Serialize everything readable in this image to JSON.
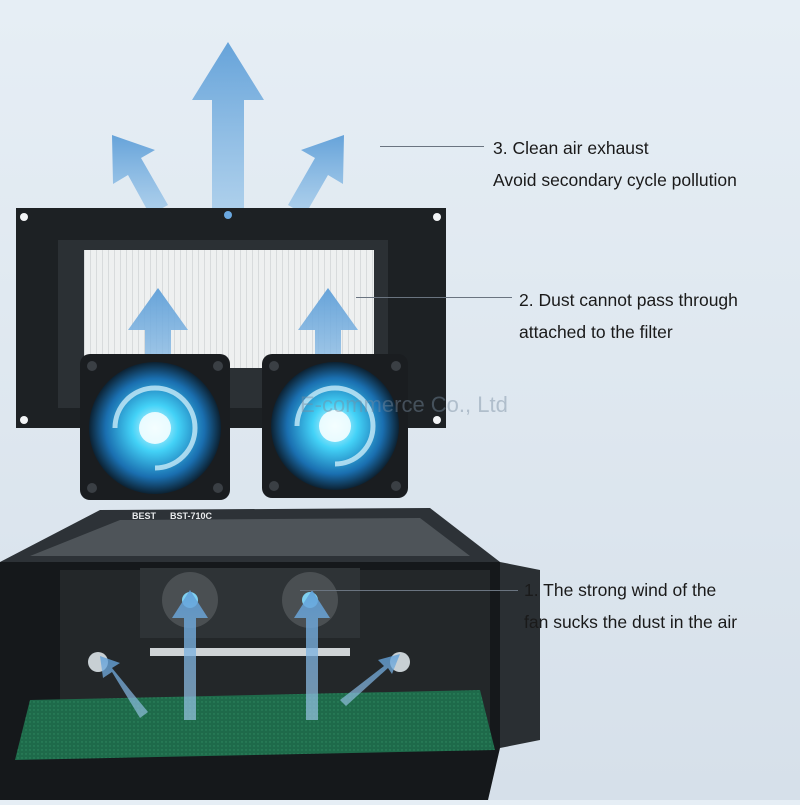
{
  "annotations": {
    "exhaust": {
      "line1": "3. Clean air exhaust",
      "line2": "Avoid secondary cycle pollution"
    },
    "filter": {
      "line1": "2. Dust cannot pass through",
      "line2": "attached to the filter"
    },
    "fan": {
      "line1": "1. The strong wind of the",
      "line2": "fan sucks the dust in the air"
    }
  },
  "device_label": "BST-710C",
  "brand_logo": "BEST",
  "watermark": "E-commerce Co., Ltd",
  "colors": {
    "background": "#dfe8f0",
    "arrow": "#7fb3e0",
    "frame": "#1f2326",
    "mat": "#1f6b4a",
    "fan_glow": "#38c8f0"
  }
}
